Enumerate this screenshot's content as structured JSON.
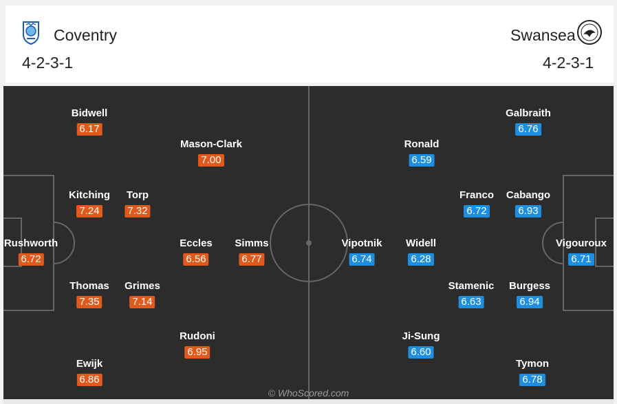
{
  "home": {
    "name": "Coventry",
    "formation": "4-2-3-1",
    "rating_color": "#e05a1c",
    "crest_icon": "coventry-crest-icon",
    "players": [
      {
        "name": "Rushworth",
        "rating": "6.72",
        "pos": "GK"
      },
      {
        "name": "Bidwell",
        "rating": "6.17",
        "pos": "LB"
      },
      {
        "name": "Kitching",
        "rating": "7.24",
        "pos": "LCB"
      },
      {
        "name": "Thomas",
        "rating": "7.35",
        "pos": "RCB"
      },
      {
        "name": "Ewijk",
        "rating": "6.86",
        "pos": "RB"
      },
      {
        "name": "Torp",
        "rating": "7.32",
        "pos": "LDM"
      },
      {
        "name": "Grimes",
        "rating": "7.14",
        "pos": "RDM"
      },
      {
        "name": "Mason-Clark",
        "rating": "7.00",
        "pos": "LW"
      },
      {
        "name": "Eccles",
        "rating": "6.56",
        "pos": "AM"
      },
      {
        "name": "Rudoni",
        "rating": "6.95",
        "pos": "RW"
      },
      {
        "name": "Simms",
        "rating": "6.77",
        "pos": "ST"
      }
    ]
  },
  "away": {
    "name": "Swansea",
    "formation": "4-2-3-1",
    "rating_color": "#1e8ee0",
    "crest_icon": "swansea-crest-icon",
    "players": [
      {
        "name": "Vigouroux",
        "rating": "6.71",
        "pos": "GK"
      },
      {
        "name": "Galbraith",
        "rating": "6.76",
        "pos": "RB"
      },
      {
        "name": "Cabango",
        "rating": "6.93",
        "pos": "RCB"
      },
      {
        "name": "Burgess",
        "rating": "6.94",
        "pos": "LCB"
      },
      {
        "name": "Tymon",
        "rating": "6.78",
        "pos": "LB"
      },
      {
        "name": "Franco",
        "rating": "6.72",
        "pos": "RDM"
      },
      {
        "name": "Stamenic",
        "rating": "6.63",
        "pos": "LDM"
      },
      {
        "name": "Ronald",
        "rating": "6.59",
        "pos": "RW"
      },
      {
        "name": "Widell",
        "rating": "6.28",
        "pos": "AM"
      },
      {
        "name": "Ji-Sung",
        "rating": "6.60",
        "pos": "LW"
      },
      {
        "name": "Vipotnik",
        "rating": "6.74",
        "pos": "ST"
      }
    ]
  },
  "pitch": {
    "background": "#2c2c2c",
    "line_color": "#666666"
  },
  "watermark": "© WhoScored.com"
}
